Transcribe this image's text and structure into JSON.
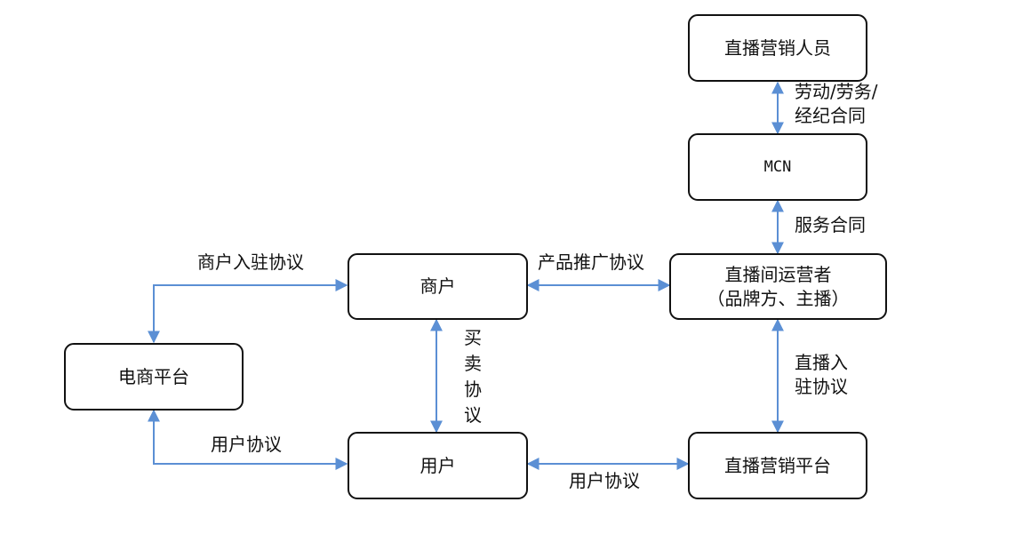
{
  "nodes": {
    "live_marketers": "直播营销人员",
    "mcn": "MCN",
    "live_operator_line1": "直播间运营者",
    "live_operator_line2": "（品牌方、主播）",
    "merchant": "商户",
    "ecommerce_platform": "电商平台",
    "user": "用户",
    "live_marketing_platform": "直播营销平台"
  },
  "edges": {
    "labor_contract_line1": "劳动/劳务/",
    "labor_contract_line2": "经纪合同",
    "service_contract": "服务合同",
    "product_promotion": "产品推广协议",
    "merchant_entry": "商户入驻协议",
    "purchase_sale": "买卖协议",
    "live_entry_line1": "直播入",
    "live_entry_line2": "驻协议",
    "user_agreement_left": "用户协议",
    "user_agreement_bottom": "用户协议"
  },
  "colors": {
    "arrow": "#5b8fd4",
    "border": "#111111"
  }
}
